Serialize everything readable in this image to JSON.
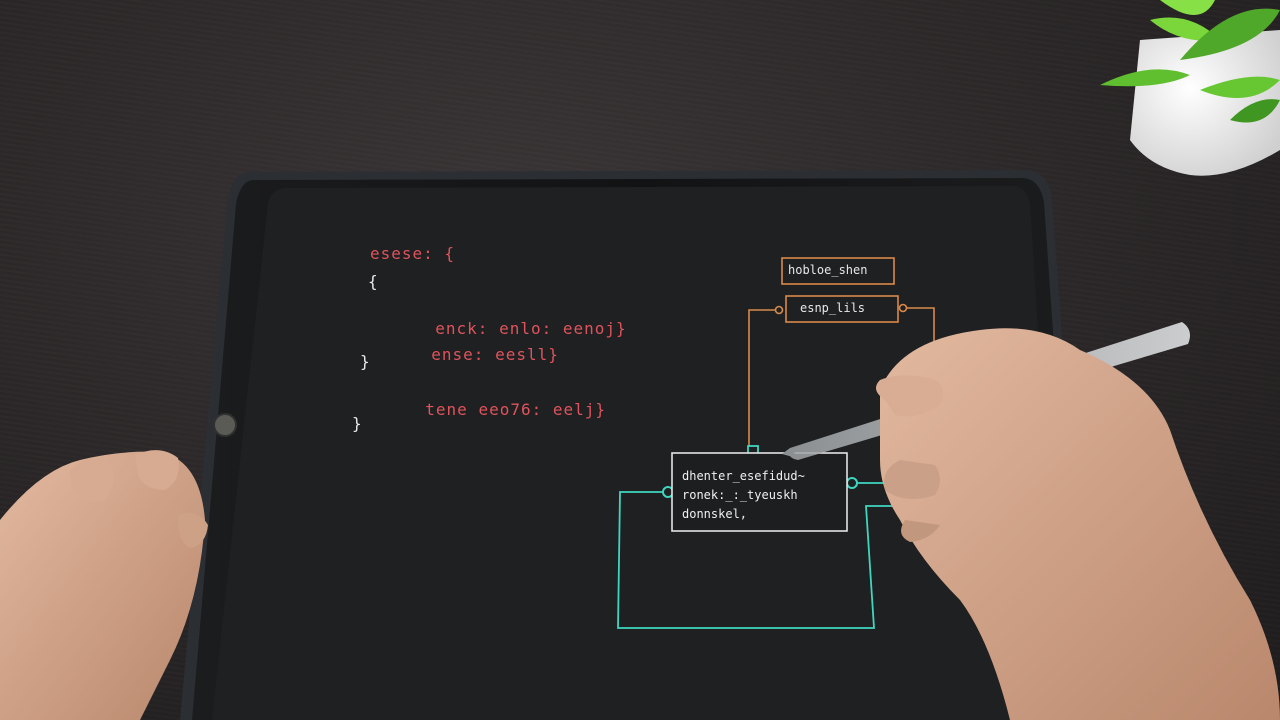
{
  "scene": {
    "code": {
      "line1": "esese: {",
      "line2": "{",
      "line3a": "enck: ",
      "line3b": "enlo: ",
      "line3c": "eenoj}",
      "line4a": "ense: ",
      "line4b": "eesll}",
      "line5": "}",
      "line6a": "tene ",
      "line6b": "eeo76: ",
      "line6c": "eelj}",
      "line7": "}"
    },
    "diagram": {
      "top_node": "hobloe_shen",
      "mid_node": "esnp_lils",
      "main_node_lines": [
        "dhenter_esefidud~",
        "ronek:_:_tyeuskh",
        "donnskel,"
      ]
    },
    "colors": {
      "screen": "#1d1f20",
      "code_keyword": "#e0535c",
      "orange_wire": "#d98a4a",
      "teal_wire": "#3fd6c0"
    }
  }
}
